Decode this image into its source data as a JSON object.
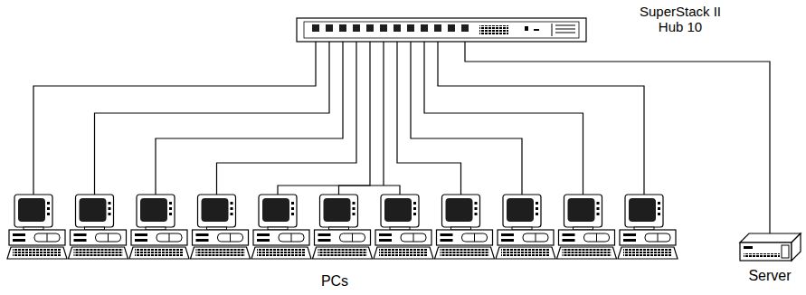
{
  "diagram": {
    "nodes": [
      {
        "text": [
          "SuperStack II Hub 10"
        ]
      },
      {
        "text": [
          "Server"
        ]
      }
    ],
    "edges": [
      {
        "from": 0,
        "to": 1,
        "arrow": "none"
      }
    ],
    "labels": [
      "PCs"
    ]
  }
}
